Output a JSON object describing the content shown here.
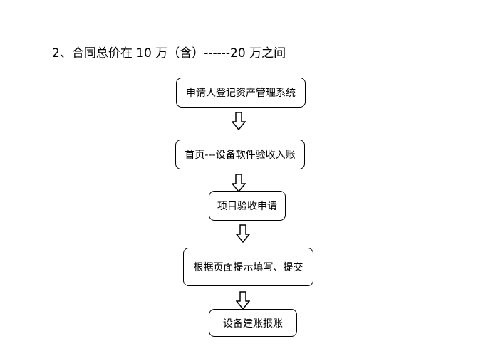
{
  "heading": "2、合同总价在 10 万（含）------20 万之间",
  "flowchart": {
    "steps": [
      {
        "label": "申请人登记资产管理系统"
      },
      {
        "label": "首页---设备软件验收入账"
      },
      {
        "label": "项目验收申请"
      },
      {
        "label": "根据页面提示填写、提交"
      },
      {
        "label": "设备建账报账"
      }
    ],
    "arrow_icon": "hollow-down-arrow-icon"
  }
}
